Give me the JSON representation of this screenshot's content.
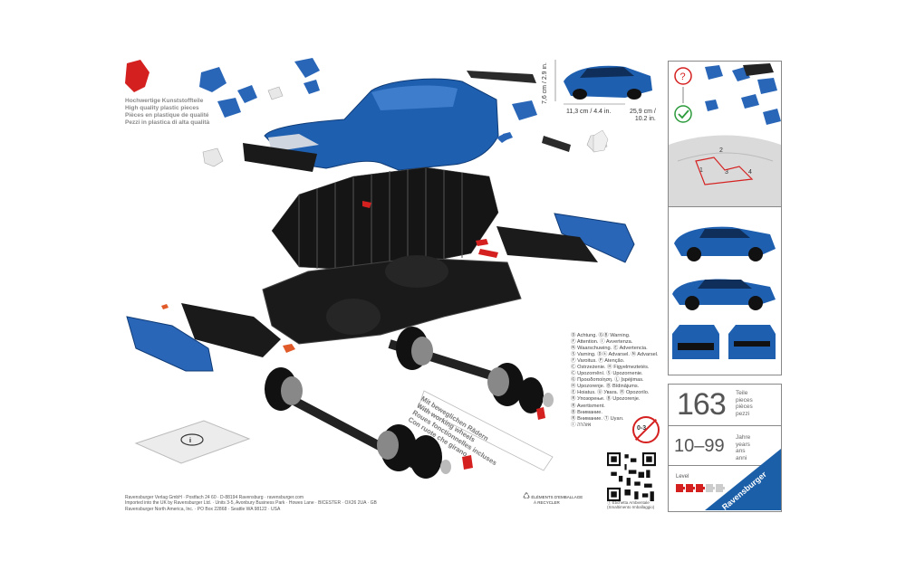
{
  "quality": {
    "lines": [
      "Hochwertige Kunststoffteile",
      "High quality plastic pieces",
      "Pièces en plastique de qualité",
      "Pezzi in plastica di alta qualità"
    ]
  },
  "dimensions": {
    "height": "7,6 cm / 2.9 in.",
    "length_model": "11,3 cm / 4.4 in.",
    "length_box_1": "25,9 cm /",
    "length_box_2": "10.2 in."
  },
  "wheels": {
    "lines": [
      "Mit beweglichen Rädern",
      "With working wheels",
      "Roues fonctionnelles incluses",
      "Con ruote che girano"
    ]
  },
  "warnings": {
    "lines": [
      "Ⓓ Achtung. ⒼⒷ Warning.",
      "Ⓕ Attention. Ⓘ Avvertenza.",
      "Ⓝ Waarschuwing. Ⓔ Advertencia.",
      "Ⓢ Varning. Ⓓⓚ Advarsel. Ⓝ Advarsel.",
      "Ⓕ Varoitus. Ⓟ Atenção.",
      "Ⓒ Ostrzeżenie. Ⓗ Figyelmeztetés.",
      "Ⓒ Upozornění. Ⓢ Upozornenie.",
      "Ⓖ Προειδοποίηση. Ⓛ Įspėjimas.",
      "Ⓗ Upozorenje. Ⓑ Bīdinājums.",
      "Ⓔ Hoiatus. Ⓤ Увага. Ⓡ Opozorilo.",
      "Ⓡ Упозорење. Ⓑ Upozorenje.",
      "Ⓡ Avertisment.",
      "Ⓑ Внимание.",
      "Ⓡ Внимание. Ⓣ Uyarı.",
      "Ⓘ אזהרה"
    ],
    "age_symbol": "0-3"
  },
  "qr_caption": [
    "Ⓘ Etichetta Ambientale",
    "(Smaltimento Imballaggio)"
  ],
  "packaging": [
    "ÉLÉMENTS D'EMBALLAGE",
    "À RECYCLER"
  ],
  "address": [
    "Ravensburger Verlag GmbH · Postfach 24 60 · D-88194 Ravensburg · ravensburger.com",
    "Imported into the UK by Ravensburger Ltd. · Units 3-5, Avonbury Business Park · Howes Lane · BICESTER · OX26 2UA · GB",
    "Ravensburger North America, Inc. · PO Box 22868 · Seattle WA 98122 · USA"
  ],
  "pieces": {
    "count": "163",
    "label": [
      "Teile",
      "pieces",
      "pièces",
      "pezzi"
    ]
  },
  "age": {
    "range": "10–99",
    "label": [
      "Jahre",
      "years",
      "ans",
      "anni"
    ]
  },
  "level": {
    "label": "Level",
    "value": 3,
    "max": 5
  },
  "brand": "Ravensburger",
  "colors": {
    "car_blue": "#1f5fb0",
    "brand_blue": "#1b5fa8",
    "accent_red": "#d52020"
  }
}
